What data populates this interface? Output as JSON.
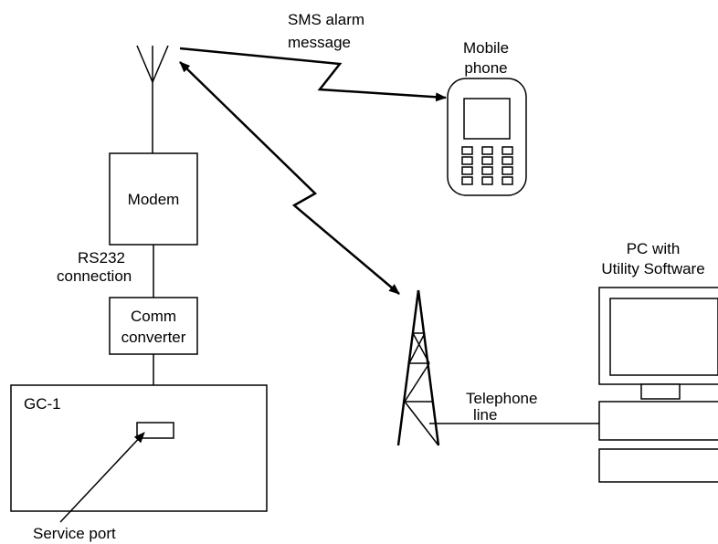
{
  "labels": {
    "sms_line1": "SMS alarm",
    "sms_line2": "message",
    "mobile_line1": "Mobile",
    "mobile_line2": "phone",
    "modem": "Modem",
    "rs232_line1": "RS232",
    "rs232_line2": "connection",
    "comm_line1": "Comm",
    "comm_line2": "converter",
    "gc1": "GC-1",
    "service_port": "Service port",
    "pc_line1": "PC with",
    "pc_line2": "Utility Software",
    "telephone_line1": "Telephone",
    "telephone_line2": "line"
  },
  "icons": {
    "antenna": "antenna-icon",
    "mobile_phone": "mobile-phone-icon",
    "tower": "transmission-tower-icon",
    "computer": "desktop-computer-icon"
  }
}
